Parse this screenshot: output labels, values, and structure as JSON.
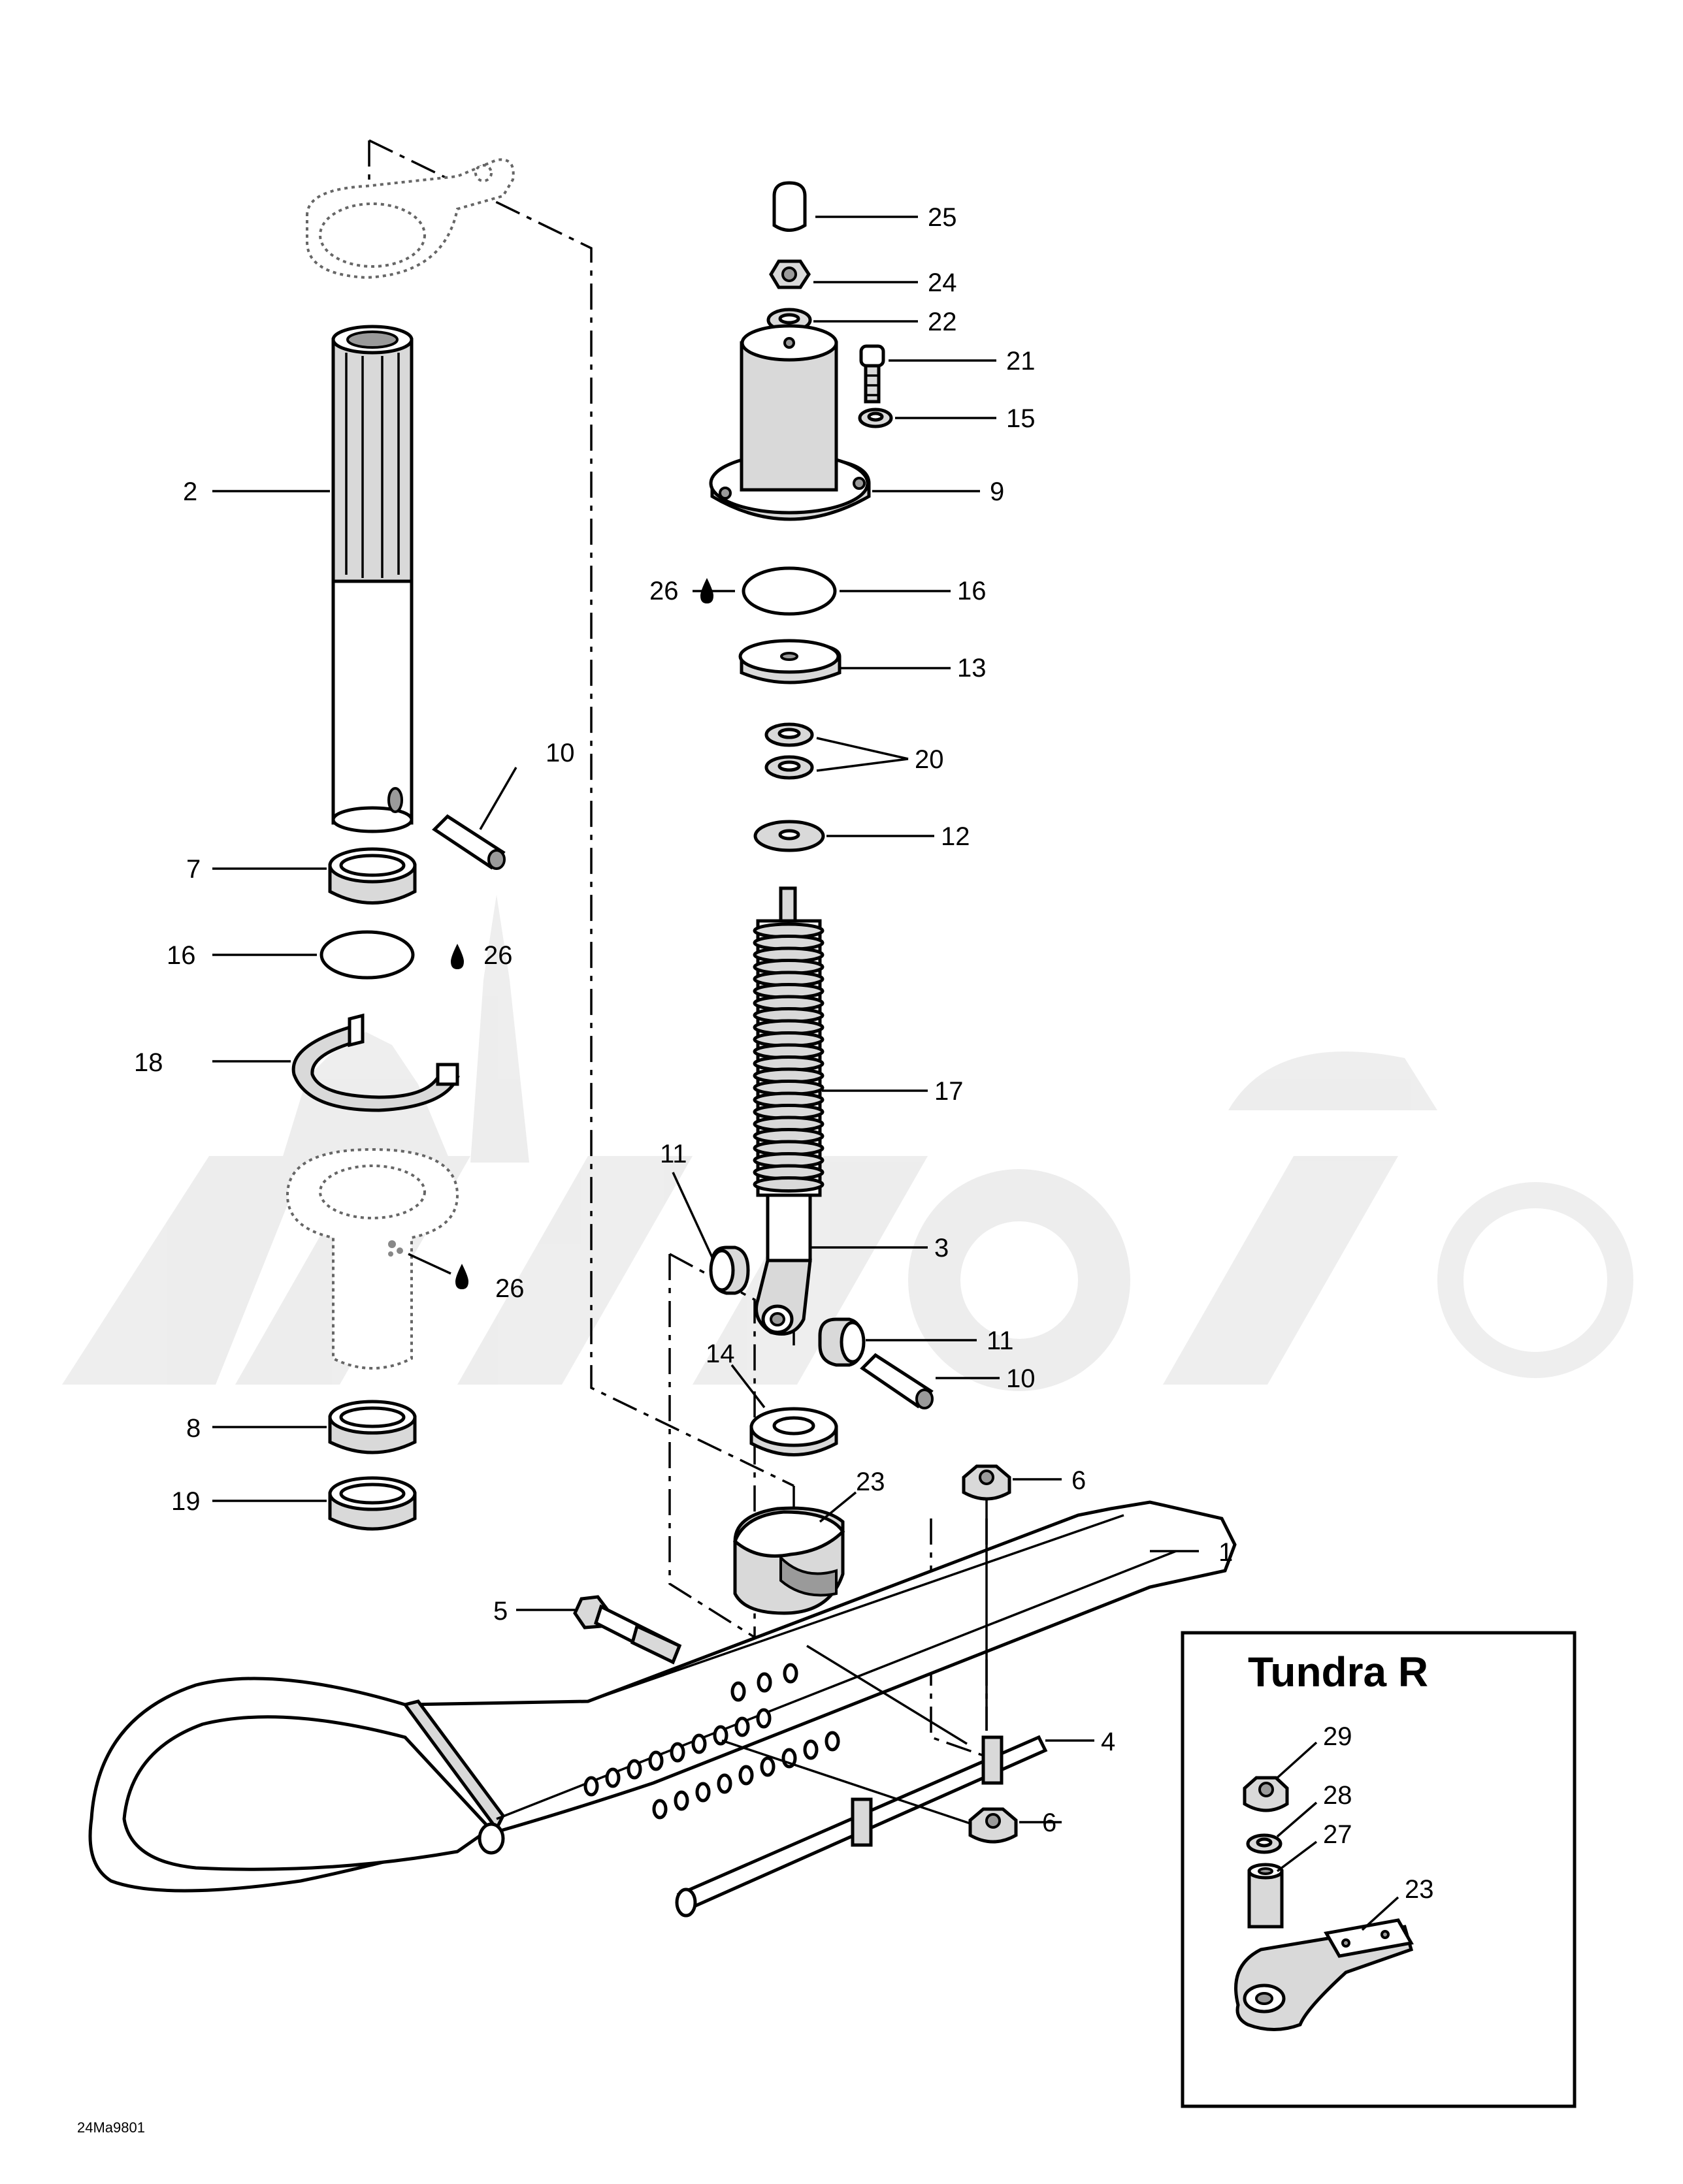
{
  "inset": {
    "title": "Tundra R"
  },
  "figure_code": "24Ma9801",
  "callouts": {
    "c1": "1",
    "c2": "2",
    "c3": "3",
    "c4": "4",
    "c5": "5",
    "c6a": "6",
    "c6b": "6",
    "c7": "7",
    "c8": "8",
    "c9": "9",
    "c10a": "10",
    "c10b": "10",
    "c11a": "11",
    "c11b": "11",
    "c12": "12",
    "c13": "13",
    "c14": "14",
    "c15": "15",
    "c16a": "16",
    "c16b": "16",
    "c17": "17",
    "c18": "18",
    "c19": "19",
    "c20": "20",
    "c21": "21",
    "c22": "22",
    "c23a": "23",
    "c23b": "23",
    "c24": "24",
    "c25": "25",
    "c26a": "26",
    "c26b": "26",
    "c26c": "26",
    "c27": "27",
    "c28": "28",
    "c29": "29"
  },
  "icons": {
    "lubricant": "oil-drop-icon"
  }
}
